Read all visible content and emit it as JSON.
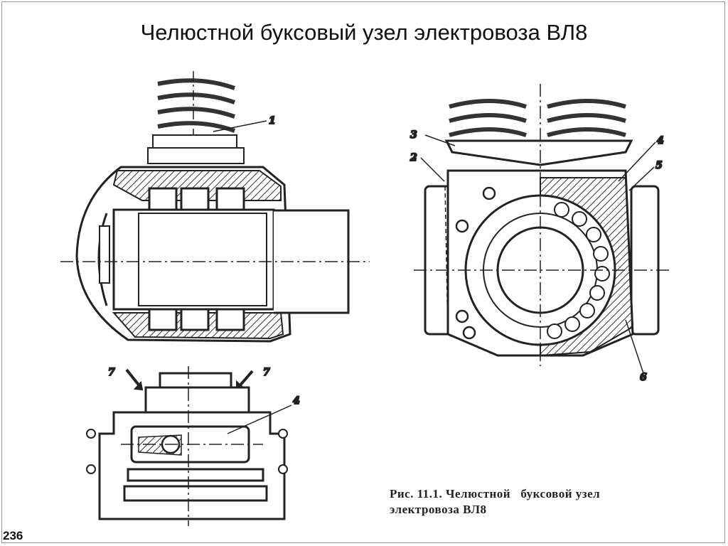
{
  "title": "Челюстной буксовый узел электровоза ВЛ8",
  "callouts": {
    "c1": "1",
    "c2": "2",
    "c3": "3",
    "c4_right": "4",
    "c5": "5",
    "c6": "6",
    "c7_left": "7",
    "c7_right": "7",
    "c4_bottom": "4"
  },
  "caption": {
    "line1": "Рис. 11.1. Челюстной   буксовой узел",
    "line2": "электровоза ВЛ8"
  },
  "page_number": "236"
}
